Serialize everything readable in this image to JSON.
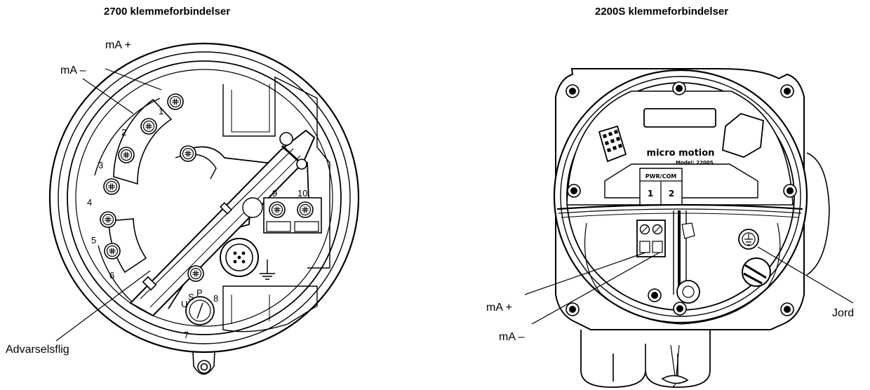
{
  "left_diagram": {
    "title": "2700 klemmeforbindelser",
    "labels": {
      "ma_plus": "mA +",
      "ma_minus": "mA –",
      "warning_flag": "Advarselsflig"
    },
    "terminal_numbers": [
      "1",
      "2",
      "3",
      "4",
      "5",
      "6",
      "7",
      "8",
      "9",
      "10"
    ],
    "usp_letters": [
      "U",
      "S",
      "P"
    ]
  },
  "right_diagram": {
    "title": "2200S klemmeforbindelser",
    "labels": {
      "ma_plus": "mA +",
      "ma_minus": "mA –",
      "ground": "Jord"
    },
    "nameplate": {
      "brand": "micro motion",
      "model": "Model: 2200S",
      "pwr_com": "PWR/COM",
      "terminal_1": "1",
      "terminal_2": "2"
    }
  }
}
